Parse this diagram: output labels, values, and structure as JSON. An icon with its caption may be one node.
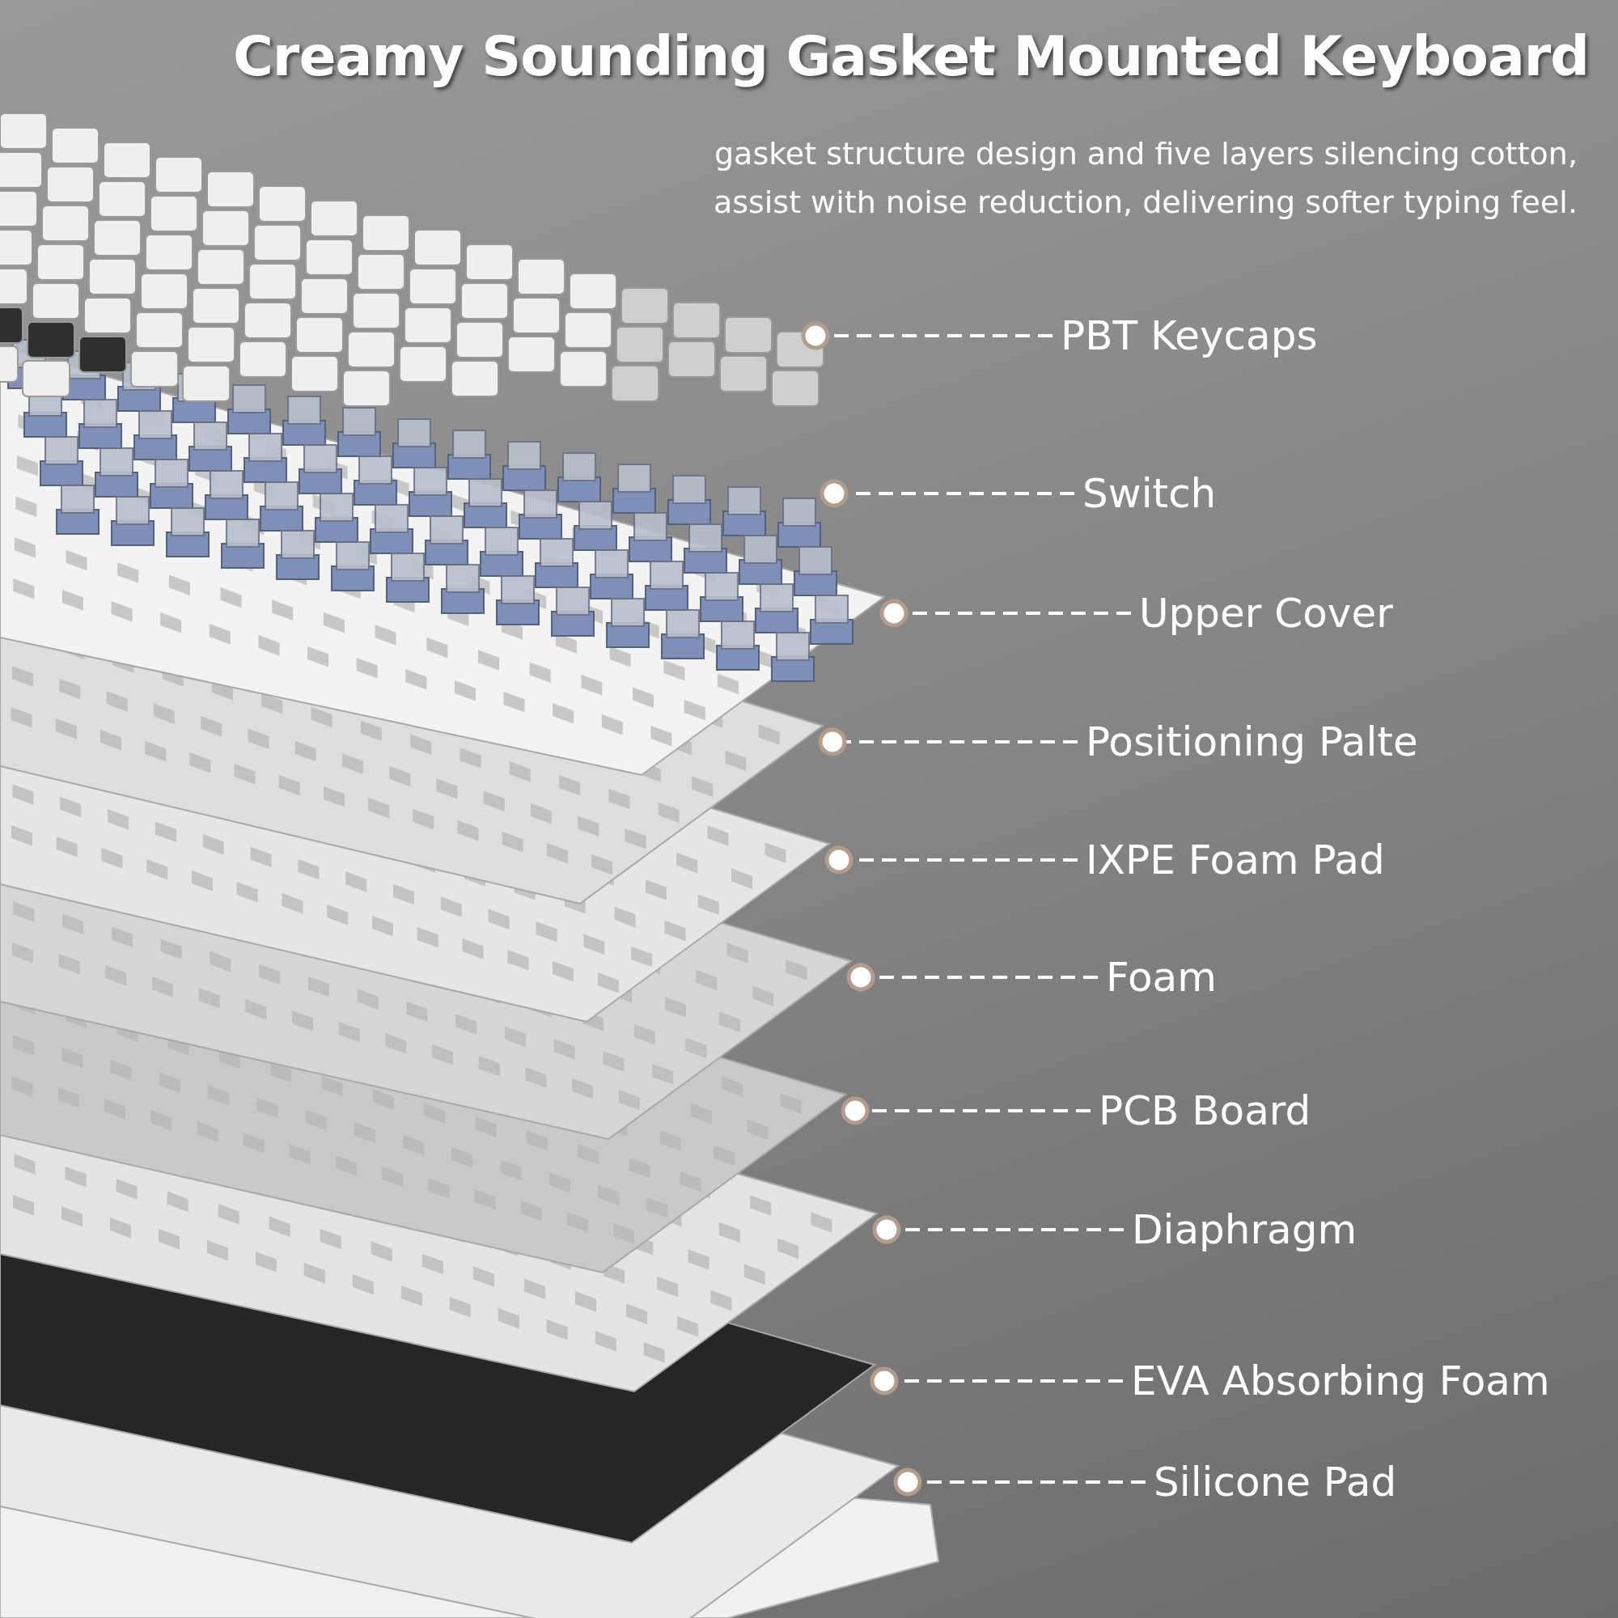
{
  "diagram": {
    "title": "Creamy Sounding Gasket Mounted Keyboard",
    "nodes": [
      {
        "text": [
          "PBT Keycaps"
        ]
      },
      {
        "text": [
          "Switch"
        ]
      },
      {
        "text": [
          "Upper Cover"
        ]
      },
      {
        "text": [
          "Positioning Palte"
        ]
      },
      {
        "text": [
          "IXPE Foam Pad"
        ]
      },
      {
        "text": [
          "Foam"
        ]
      },
      {
        "text": [
          "PCB Board"
        ]
      },
      {
        "text": [
          "Diaphragm"
        ]
      },
      {
        "text": [
          "EVA Absorbing Foam"
        ]
      },
      {
        "text": [
          "Silicone Pad"
        ]
      }
    ],
    "edges": [
      {
        "from": 0,
        "to": null,
        "arrow": "other",
        "style": "dashed"
      },
      {
        "from": 1,
        "to": null,
        "arrow": "other",
        "style": "dashed"
      },
      {
        "from": 2,
        "to": null,
        "arrow": "other",
        "style": "dashed"
      },
      {
        "from": 3,
        "to": null,
        "arrow": "other",
        "style": "dashed"
      },
      {
        "from": 4,
        "to": null,
        "arrow": "other",
        "style": "dashed"
      },
      {
        "from": 5,
        "to": null,
        "arrow": "other",
        "style": "dashed"
      },
      {
        "from": 6,
        "to": null,
        "arrow": "other",
        "style": "dashed"
      },
      {
        "from": 7,
        "to": null,
        "arrow": "other",
        "style": "dashed"
      },
      {
        "from": 8,
        "to": null,
        "arrow": "other",
        "style": "dashed"
      },
      {
        "from": 9,
        "to": null,
        "arrow": "other",
        "style": "dashed"
      }
    ],
    "labels": [
      "gasket structure design and five layers silencing cotton, assist with noise reduction, delivering softer typing feel."
    ]
  }
}
